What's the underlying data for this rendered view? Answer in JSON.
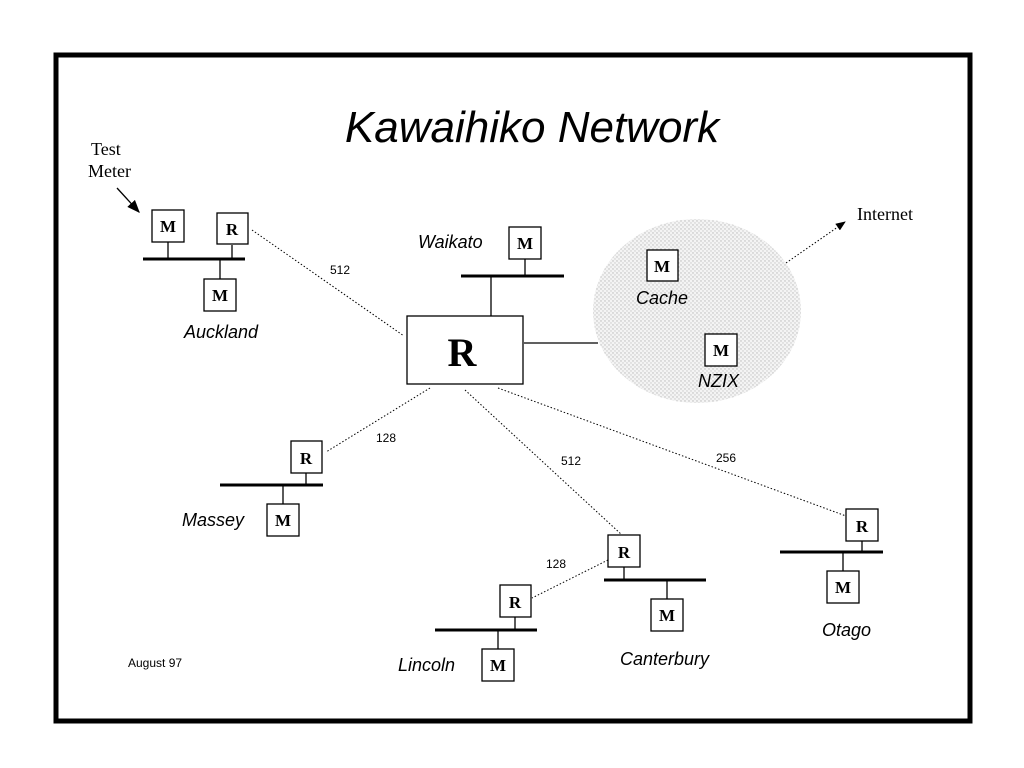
{
  "title": "Kawaihiko Network",
  "test_meter_label": [
    "Test",
    "Meter"
  ],
  "internet_label": "Internet",
  "date_label": "August 97",
  "central_router_label": "R",
  "router_label": "R",
  "meter_label": "M",
  "sites": {
    "auckland": "Auckland",
    "waikato": "Waikato",
    "massey": "Massey",
    "lincoln": "Lincoln",
    "canterbury": "Canterbury",
    "otago": "Otago",
    "cache": "Cache",
    "nzix": "NZIX"
  },
  "link_rates": {
    "auckland": "512",
    "massey": "128",
    "canterbury": "512",
    "otago": "256",
    "lincoln": "128"
  },
  "colors": {
    "cloud": "#e6e6e6",
    "frame": "#000000"
  }
}
